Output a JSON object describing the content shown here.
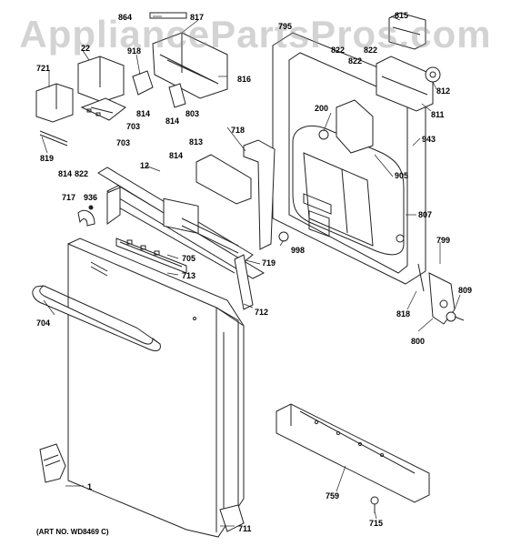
{
  "watermark": "AppliancePartsPros.com",
  "art_number": "(ART NO. WD8469 C)",
  "callouts": {
    "c864": "864",
    "c817": "817",
    "c795": "795",
    "c815": "815",
    "c22": "22",
    "c918": "918",
    "c822a": "822",
    "c822b": "822",
    "c822c": "822",
    "c822d": "822",
    "c721": "721",
    "c816": "816",
    "c812": "812",
    "c814a": "814",
    "c814b": "814",
    "c814c": "814",
    "c814d": "814",
    "c703a": "703",
    "c703b": "703",
    "c803": "803",
    "c200": "200",
    "c811": "811",
    "c718": "718",
    "c943": "943",
    "c819": "819",
    "c813": "813",
    "c12": "12",
    "c905": "905",
    "c717": "717",
    "c936": "936",
    "c807": "807",
    "c998": "998",
    "c799": "799",
    "c705": "705",
    "c719": "719",
    "c713": "713",
    "c809": "809",
    "c704": "704",
    "c712": "712",
    "c818": "818",
    "c800": "800",
    "c1": "1",
    "c759": "759",
    "c715": "715",
    "c711": "711"
  }
}
